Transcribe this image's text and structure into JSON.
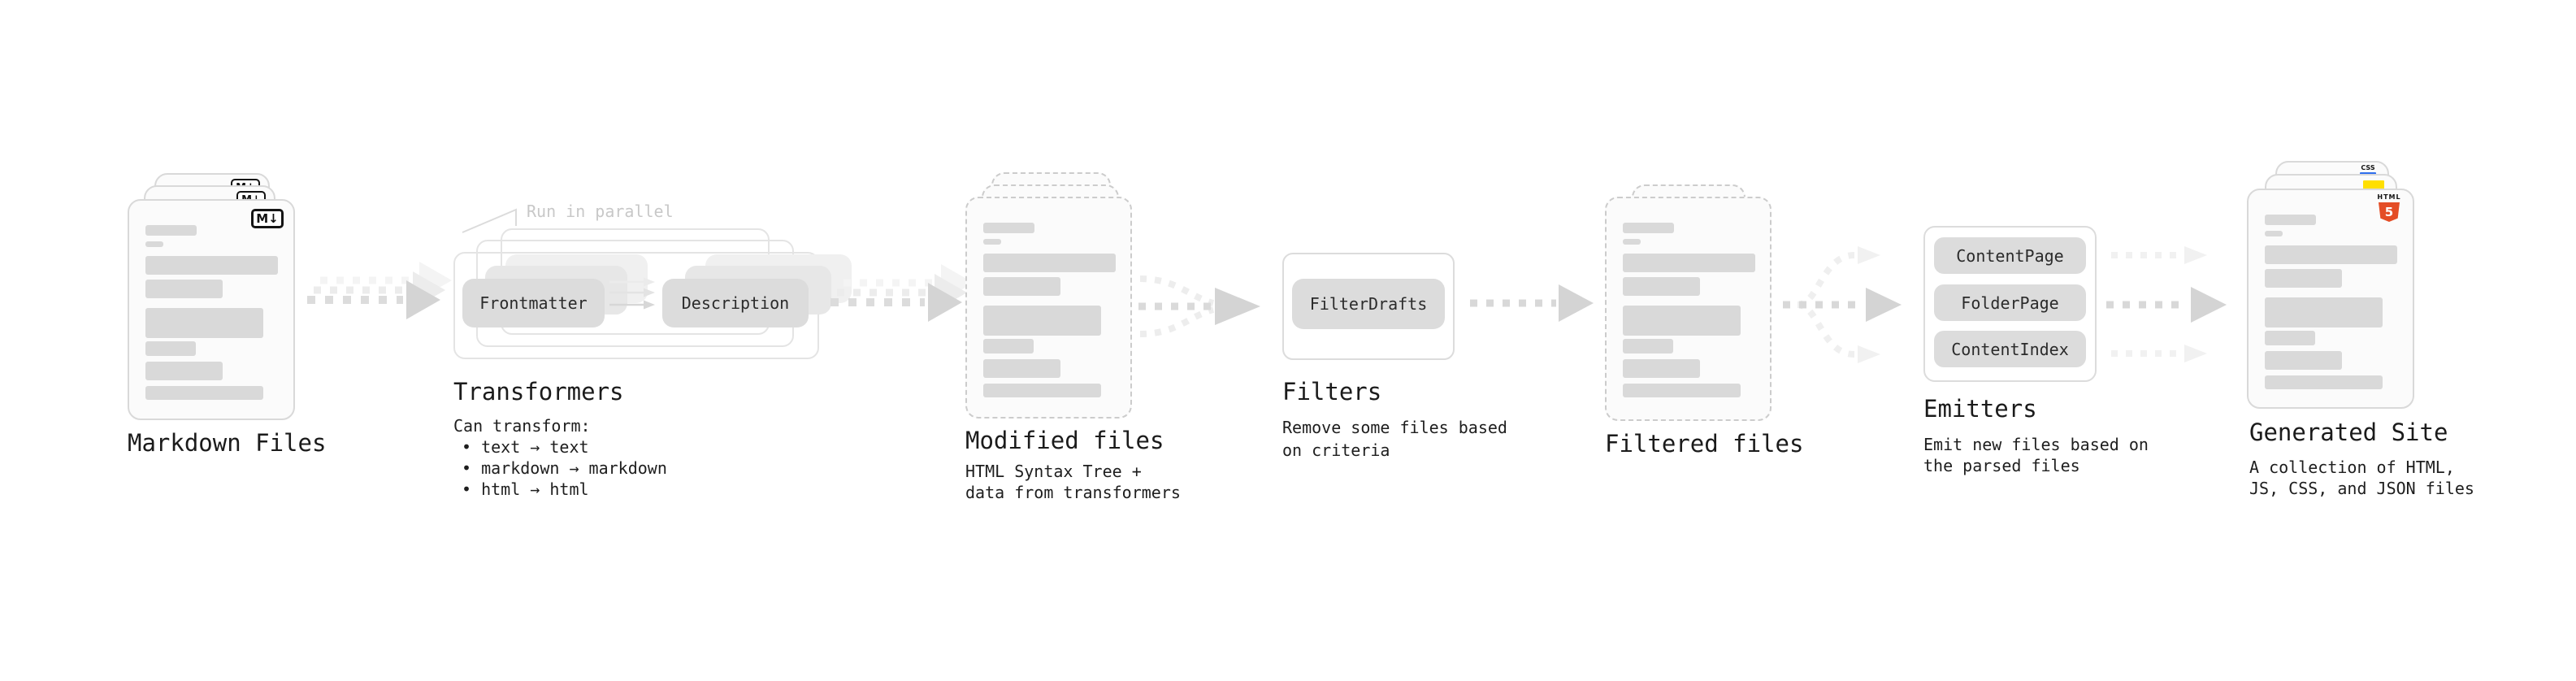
{
  "diagram": {
    "markdown": {
      "label": "Markdown Files",
      "badge": "M↓"
    },
    "transformers": {
      "note": "Run in parallel",
      "pill_frontmatter": "Frontmatter",
      "pill_description": "Description",
      "title": "Transformers",
      "desc_heading": "Can transform:",
      "bullets": [
        "• text → text",
        "• markdown → markdown",
        "• html → html"
      ]
    },
    "modified": {
      "label": "Modified files",
      "desc": [
        "HTML Syntax Tree +",
        "data from transformers"
      ]
    },
    "filters": {
      "title": "Filters",
      "pill": "FilterDrafts",
      "desc": [
        "Remove some files based",
        "on criteria"
      ]
    },
    "filtered": {
      "label": "Filtered files"
    },
    "emitters": {
      "title": "Emitters",
      "pills": [
        "ContentPage",
        "FolderPage",
        "ContentIndex"
      ],
      "desc": [
        "Emit new files based on",
        "the parsed files"
      ]
    },
    "generated": {
      "label": "Generated Site",
      "badge_css": "CSS",
      "badge_html": "HTML",
      "badge_html_number": "5",
      "desc": [
        "A collection of HTML,",
        "JS, CSS, and JSON files"
      ]
    },
    "colors": {
      "accent_orange": "#e44d26",
      "accent_yellow": "#ffdf00",
      "accent_blue": "#2f6fed",
      "muted_text": "#c8c8c8",
      "arrow_gray": "#d9d9d9"
    }
  }
}
